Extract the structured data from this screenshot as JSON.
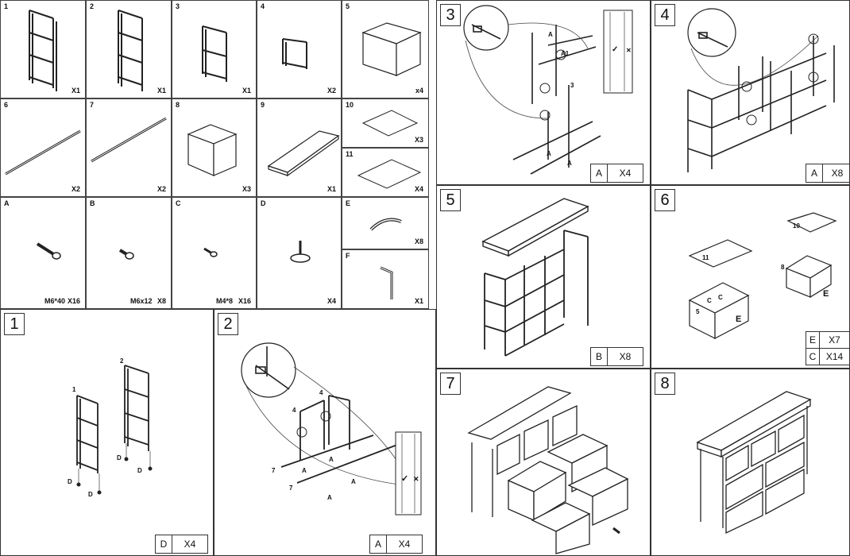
{
  "parts": [
    {
      "id": "1",
      "qty": "X1"
    },
    {
      "id": "2",
      "qty": "X1"
    },
    {
      "id": "3",
      "qty": "X1"
    },
    {
      "id": "4",
      "qty": "X2"
    },
    {
      "id": "5",
      "qty": "x4"
    },
    {
      "id": "6",
      "qty": "X2"
    },
    {
      "id": "7",
      "qty": "X2"
    },
    {
      "id": "8",
      "qty": "X3"
    },
    {
      "id": "9",
      "qty": "X1"
    },
    {
      "id": "10",
      "qty": "X3"
    },
    {
      "id": "11",
      "qty": "X4"
    }
  ],
  "hardware": [
    {
      "id": "A",
      "size": "M6*40",
      "qty": "X16"
    },
    {
      "id": "B",
      "size": "M6x12",
      "qty": "X8"
    },
    {
      "id": "C",
      "size": "M4*8",
      "qty": "X16"
    },
    {
      "id": "D",
      "size": "",
      "qty": "X4"
    },
    {
      "id": "E",
      "size": "",
      "qty": "X8"
    },
    {
      "id": "F",
      "size": "",
      "qty": "X1"
    }
  ],
  "steps": {
    "s1": {
      "num": "1",
      "legend_letter": "D",
      "legend_qty": "X4",
      "labels": [
        "1",
        "2",
        "D",
        "D",
        "D",
        "D"
      ]
    },
    "s2": {
      "num": "2",
      "legend_letter": "A",
      "legend_qty": "X4",
      "labels": [
        "4",
        "4",
        "7",
        "7",
        "A",
        "A",
        "A",
        "A"
      ]
    },
    "s3": {
      "num": "3",
      "legend_letter": "A",
      "legend_qty": "X4",
      "labels": [
        "A",
        "A1",
        "3",
        "A",
        "A"
      ]
    },
    "s4": {
      "num": "4",
      "legend_letter": "A",
      "legend_qty": "X8"
    },
    "s5": {
      "num": "5",
      "legend_letter": "B",
      "legend_qty": "X8"
    },
    "s6": {
      "num": "6",
      "legend_rows": [
        {
          "letter": "E",
          "qty": "X7"
        },
        {
          "letter": "C",
          "qty": "X14"
        }
      ],
      "labels": [
        "10",
        "11",
        "8",
        "5",
        "C",
        "C",
        "E",
        "E"
      ]
    },
    "s7": {
      "num": "7"
    },
    "s8": {
      "num": "8"
    }
  },
  "check_marks": {
    "ok": "✓",
    "bad": "✕"
  }
}
